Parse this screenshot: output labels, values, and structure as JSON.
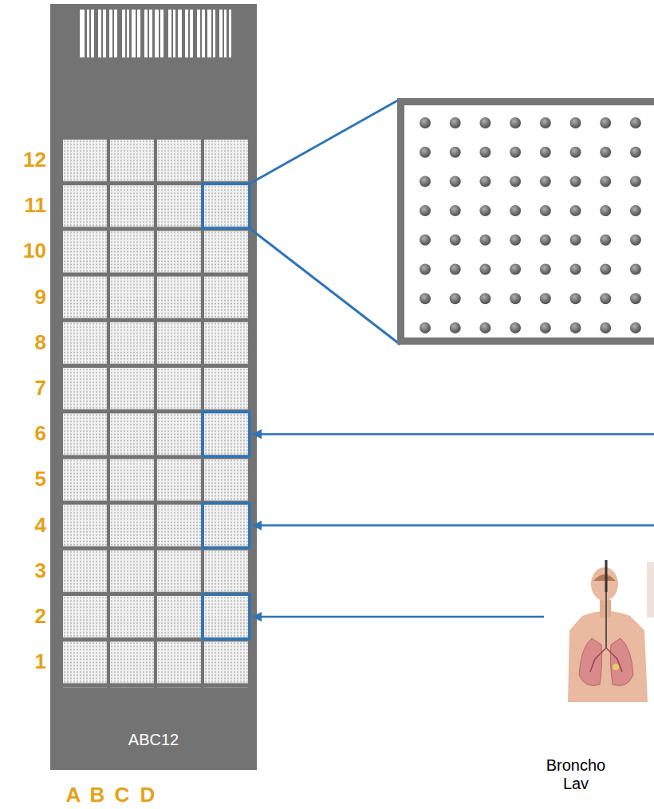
{
  "diagram": {
    "nodes": [
      {
        "text": [
          "ABC12"
        ]
      }
    ],
    "labels": [
      "12",
      "11",
      "10",
      "9",
      "8",
      "7",
      "6",
      "5",
      "4",
      "3",
      "2",
      "1",
      "A",
      "B",
      "C",
      "D",
      "Broncho Lav"
    ]
  }
}
